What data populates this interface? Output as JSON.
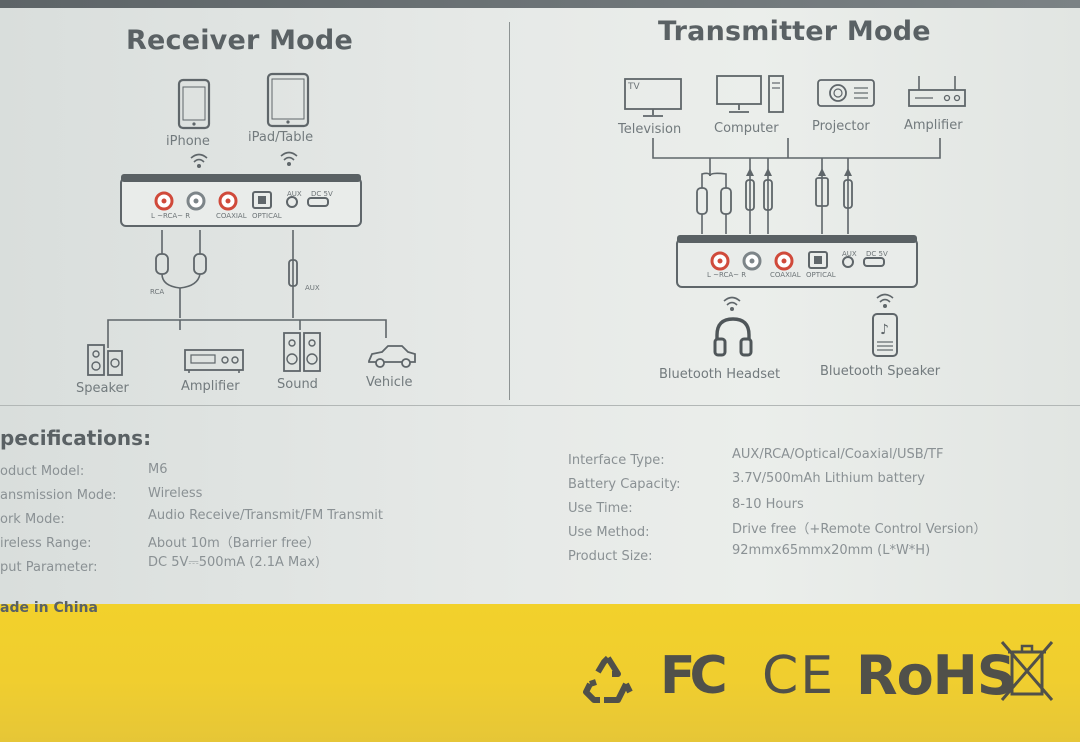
{
  "receiver": {
    "title": "Receiver Mode",
    "sources": [
      {
        "label": "iPhone",
        "icon": "smartphone-icon"
      },
      {
        "label": "iPad/Table",
        "icon": "tablet-icon"
      }
    ],
    "cables": {
      "rca": "RCA",
      "aux": "AUX"
    },
    "outputs": [
      {
        "label": "Speaker",
        "icon": "speaker-icon"
      },
      {
        "label": "Amplifier",
        "icon": "amplifier-icon"
      },
      {
        "label": "Sound",
        "icon": "sound-system-icon"
      },
      {
        "label": "Vehicle",
        "icon": "car-icon"
      }
    ]
  },
  "transmitter": {
    "title": "Transmitter Mode",
    "sources": [
      {
        "label": "Television",
        "icon": "television-icon"
      },
      {
        "label": "Computer",
        "icon": "computer-icon"
      },
      {
        "label": "Projector",
        "icon": "projector-icon"
      },
      {
        "label": "Amplifier",
        "icon": "amplifier-icon"
      }
    ],
    "tv_screen_text": "TV",
    "outputs": [
      {
        "label": "Bluetooth Headset",
        "icon": "headphones-icon"
      },
      {
        "label": "Bluetooth Speaker",
        "icon": "bluetooth-speaker-icon"
      }
    ]
  },
  "device_ports": {
    "rca": "L ~RCA~ R",
    "coaxial": "COAXIAL",
    "optical": "OPTICAL",
    "aux": "AUX",
    "dc": "DC 5V"
  },
  "specifications": {
    "title": "pecifications:",
    "left": [
      {
        "key": "oduct Model:",
        "value": "M6"
      },
      {
        "key": "ansmission Mode:",
        "value": "Wireless"
      },
      {
        "key": "ork Mode:",
        "value": "Audio Receive/Transmit/FM Transmit"
      },
      {
        "key": "ireless Range:",
        "value": "About 10m（Barrier free）"
      },
      {
        "key": "put Parameter:",
        "value": "DC 5V⎓500mA (2.1A Max)"
      }
    ],
    "right": [
      {
        "key": "Interface Type:",
        "value": "AUX/RCA/Optical/Coaxial/USB/TF"
      },
      {
        "key": "Battery Capacity:",
        "value": "3.7V/500mAh Lithium battery"
      },
      {
        "key": "Use Time:",
        "value": "8-10 Hours"
      },
      {
        "key": "Use Method:",
        "value": "Drive free（+Remote Control Version）"
      },
      {
        "key": "Product Size:",
        "value": "92mmx65mmx20mm (L*W*H)"
      }
    ],
    "made_in": "ade in China"
  },
  "certifications": {
    "fcc": "FC",
    "ce": "CE",
    "rohs": "RoHS"
  },
  "colors": {
    "paper": "#e6e9e7",
    "ink": "#5a6164",
    "yellow": "#f0ce2f",
    "rca_red": "#d04a3b"
  }
}
